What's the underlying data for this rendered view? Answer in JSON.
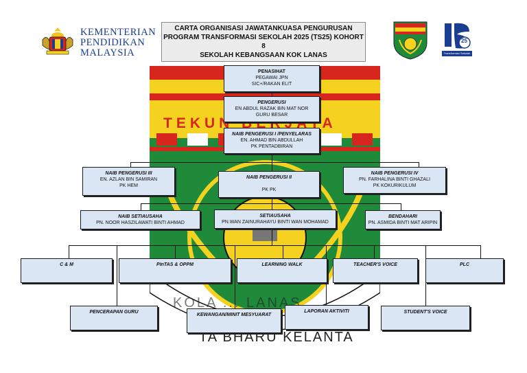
{
  "header": {
    "ministry": {
      "line1": "KEMENTERIAN",
      "line2": "PENDIDIKAN",
      "line3": "MALAYSIA"
    },
    "title": {
      "line1": "CARTA ORGANISASI JAWATANKUASA PENGURUSAN",
      "line2": "PROGRAM TRANSFORMASI SEKOLAH 2025 (TS25) KOHORT 8",
      "line3": "SEKOLAH KEBANGSAAN KOK LANAS"
    },
    "ts25_logo": {
      "number": "25",
      "caption": "Transformasi Sekolah"
    }
  },
  "background_emblem": {
    "motto": "TEKUN BERJAYA",
    "ring_text": "KOLA ... LANAS",
    "bottom_text": "TA BHARU KELANTA"
  },
  "org": {
    "penasihat": {
      "title": "PENASIHAT",
      "line1": "PEGAWAI JPN",
      "line2": "SIC+/RAKAN ELIT"
    },
    "pengerusi": {
      "title": "PENGERUSI",
      "line1": "EN ABDUL RAZAK BIN MAT NOR",
      "line2": "GURU BESAR"
    },
    "naib1": {
      "title": "NAIB PENGERUSI I /PENYELARAS",
      "line1": "EN. AHMAD BIN ABDULLAH",
      "line2": "PK PENTADBIRAN"
    },
    "naib3": {
      "title": "NAIB PENGERUSI III",
      "line1": "EN. AZLAN BIN SAMIRAN",
      "line2": "PK HEM"
    },
    "naib2": {
      "title": "NAIB PENGERUSI II",
      "line1": "PK PK"
    },
    "naib4": {
      "title": "NAIB PENGERUSI IV",
      "line1": "PN. FARHALINA BINTI GHAZALI",
      "line2": "PK KOKURIKULUM"
    },
    "naib_setiausaha": {
      "title": "NAIB SETIAUSAHA",
      "line1": "PN. NOOR HASZILAWATI BINTI AHMAD"
    },
    "setiausaha": {
      "title": "SETIAUSAHA",
      "line1": "PN.WAN ZAINURAHAYU BINTI WAN MOHAMAD"
    },
    "bendahari": {
      "title": "BENDAHARI",
      "line1": "PN. ASMIDA BINTI MAT ARIPIN"
    },
    "units": {
      "cm": "C & M",
      "pintas": "PInTAS & OPPM",
      "learning_walk": "LEARNING WALK",
      "teachers_voice": "TEACHER'S VOICE",
      "plc": "PLC",
      "pencerapan": "PENCERAPAN GURU",
      "kewangan": "KEWANGAN/MINIT MESYUARAT",
      "laporan": "LAPORAN AKTIVITI",
      "students_voice": "STUDENT'S VOICE"
    }
  },
  "colors": {
    "box_fill": "#dbe6f4",
    "emblem_green": "#1f8a3a",
    "emblem_red": "#d7261e",
    "emblem_yellow": "#f4d21f",
    "ministry_blue": "#1a3d8f"
  }
}
